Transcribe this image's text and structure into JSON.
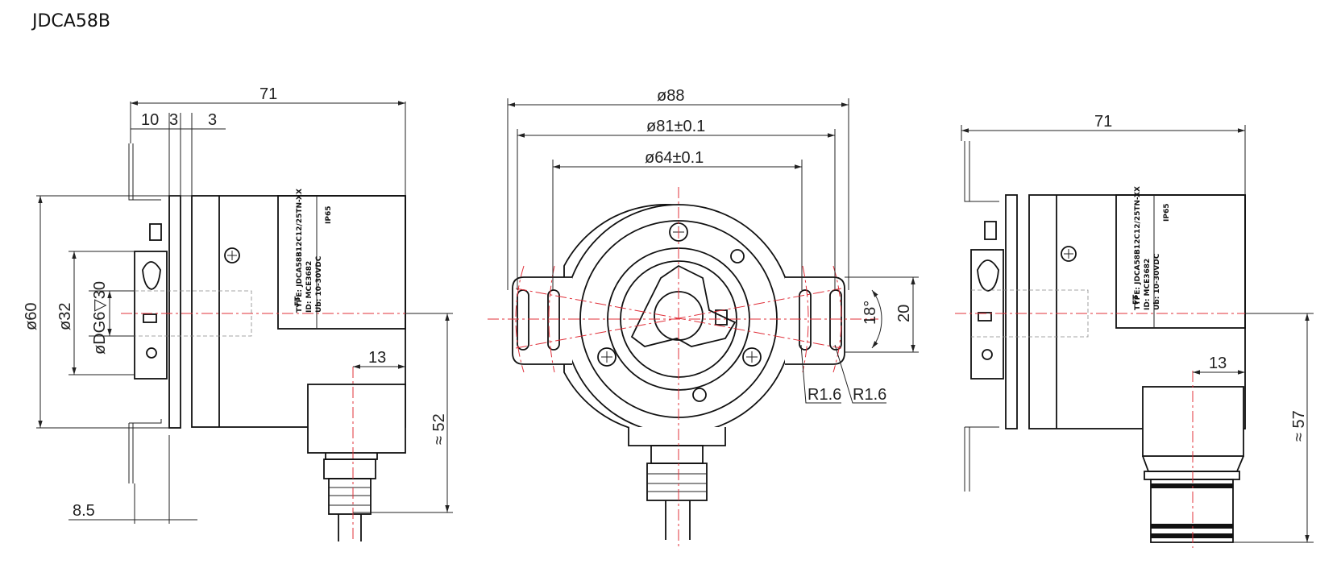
{
  "title": "JDCA58B",
  "side_view": {
    "dim_length": "71",
    "dim_flange": "10",
    "dim_gap_a": "3",
    "dim_gap_b": "3",
    "dim_dia_body": "ø60",
    "dim_dia_spigot": "ø32",
    "dim_bore": "øDG6▽30",
    "dim_plug_offset": "13",
    "dim_height": "≈ 52",
    "dim_bracket": "8.5"
  },
  "front_view": {
    "dim_outer": "ø88",
    "dim_slot_pcd": "ø81±0.1",
    "dim_inner_pcd": "ø64±0.1",
    "dim_angle": "18°",
    "dim_slot_width": "20",
    "dim_radius_a": "R1.6",
    "dim_radius_b": "R1.6"
  },
  "alt_view": {
    "dim_length": "71",
    "dim_plug_offset": "13",
    "dim_height": "≈ 57"
  },
  "label_plate": {
    "type_line": "TYPE: JDCA58B12C12/25TN-XX",
    "id_line": "ID: MCE3682",
    "ub_line": "Ub: 10-30VDC",
    "ip_line": "IP65",
    "brand": "FT"
  },
  "colors": {
    "outline": "#111111",
    "centerline": "#e0303a",
    "dimension": "#222222"
  }
}
